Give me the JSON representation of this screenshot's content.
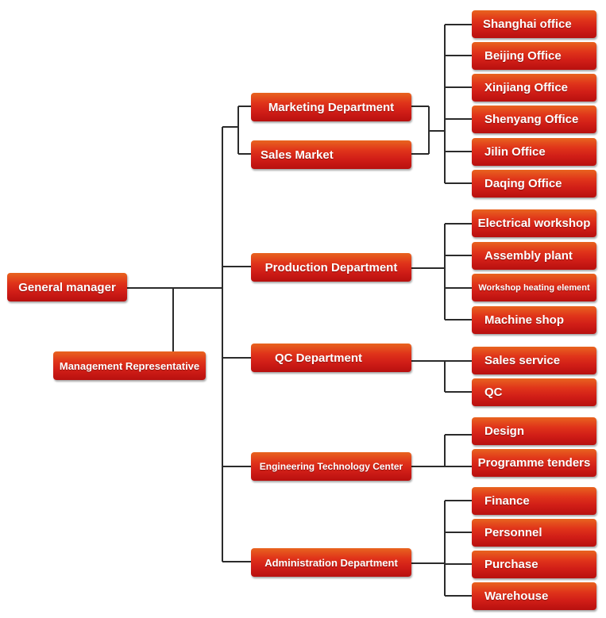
{
  "root": {
    "label": "General manager"
  },
  "representative": {
    "label": "Management Representative"
  },
  "departments": {
    "marketing": {
      "label": "Marketing Department"
    },
    "sales": {
      "label": "Sales Market"
    },
    "production": {
      "label": "Production Department"
    },
    "qc": {
      "label": "QC Department"
    },
    "engineering": {
      "label": "Engineering Technology Center"
    },
    "administration": {
      "label": "Administration Department"
    }
  },
  "offices": [
    "Shanghai office",
    "Beijing Office",
    "Xinjiang Office",
    "Shenyang Office",
    "Jilin Office",
    "Daqing Office"
  ],
  "production_units": [
    "Electrical workshop",
    "Assembly plant",
    "Workshop heating element",
    "Machine shop"
  ],
  "qc_units": [
    "Sales service",
    "QC"
  ],
  "engineering_units": [
    "Design",
    "Programme tenders"
  ],
  "admin_units": [
    "Finance",
    "Personnel",
    "Purchase",
    "Warehouse"
  ],
  "colors": {
    "box_top": "#e8641f",
    "box_bottom": "#b8100f",
    "line": "#2b2b2b"
  }
}
